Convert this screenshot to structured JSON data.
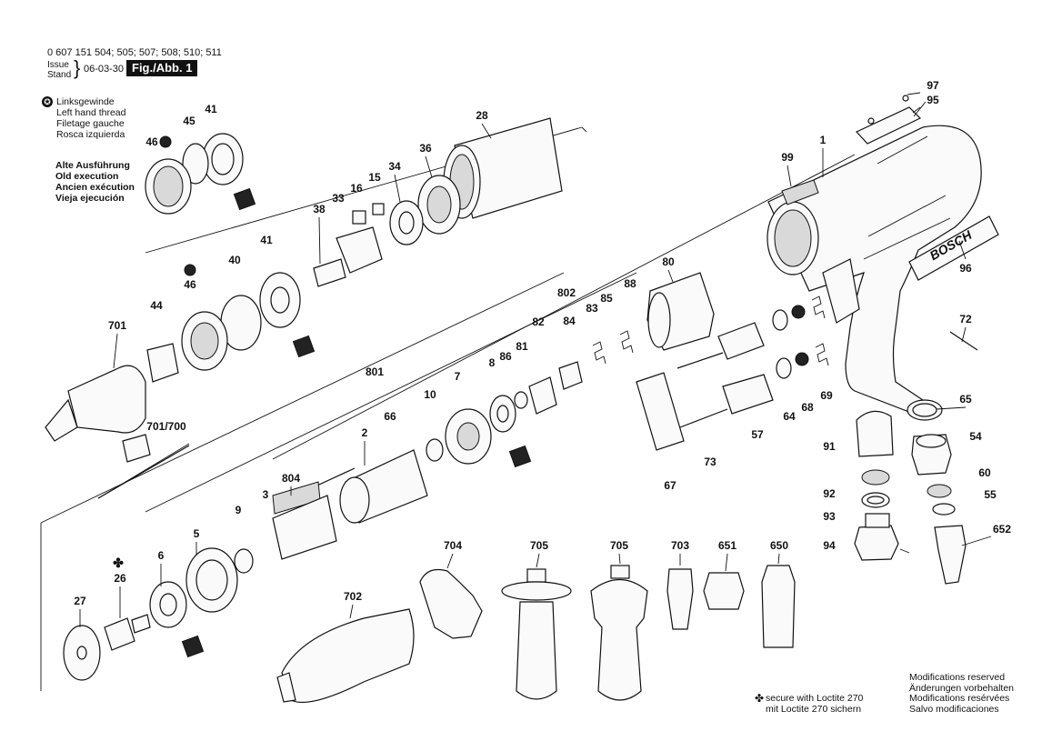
{
  "header": {
    "part_numbers": "0 607 151 504; 505; 507; 508; 510; 511",
    "issue_label": "Issue",
    "stand_label": "Stand",
    "date": "06-03-30",
    "figure_tag": "Fig./Abb. 1"
  },
  "legend": {
    "left_hand_thread": [
      "Linksgewinde",
      "Left hand thread",
      "Filetage gauche",
      "Rosca izquierda"
    ],
    "old_execution": [
      "Alte Ausführung",
      "Old execution",
      "Ancien exécution",
      "Vieja ejecución"
    ]
  },
  "footer": {
    "loctite": [
      "secure with Loctite 270",
      "mit Loctite 270 sichern"
    ],
    "modifications": [
      "Modifications reserved",
      "Änderungen vorbehalten",
      "Modifications resérvées",
      "Salvo modificaciones"
    ]
  },
  "brand_logo": "BOSCH",
  "callouts": {
    "c97": "97",
    "c95": "95",
    "c1": "1",
    "c99": "99",
    "c96": "96",
    "c72": "72",
    "c80": "80",
    "c802": "802",
    "c85": "85",
    "c88": "88",
    "c82": "82",
    "c84": "84",
    "c83": "83",
    "c81": "81",
    "c86": "86",
    "c8": "8",
    "c64": "64",
    "c68": "68",
    "c69": "69",
    "c65": "65",
    "c67": "67",
    "c73": "73",
    "c57": "57",
    "c91": "91",
    "c54": "54",
    "c92": "92",
    "c60": "60",
    "c93": "93",
    "c55": "55",
    "c94": "94",
    "c652": "652",
    "c28": "28",
    "c36": "36",
    "c34": "34",
    "c15": "15",
    "c16": "16",
    "c33": "33",
    "c38": "38",
    "c41a": "41",
    "c45": "45",
    "c46a": "46",
    "c41b": "41",
    "c40": "40",
    "c46b": "46",
    "c44": "44",
    "c701": "701",
    "c701700": "701/700",
    "c801": "801",
    "c10": "10",
    "c7": "7",
    "c66": "66",
    "c2": "2",
    "c804": "804",
    "c3": "3",
    "c9": "9",
    "c5": "5",
    "c6": "6",
    "c26": "26",
    "c27": "27",
    "c702": "702",
    "c704": "704",
    "c705a": "705",
    "c705b": "705",
    "c703": "703",
    "c651": "651",
    "c650": "650"
  }
}
